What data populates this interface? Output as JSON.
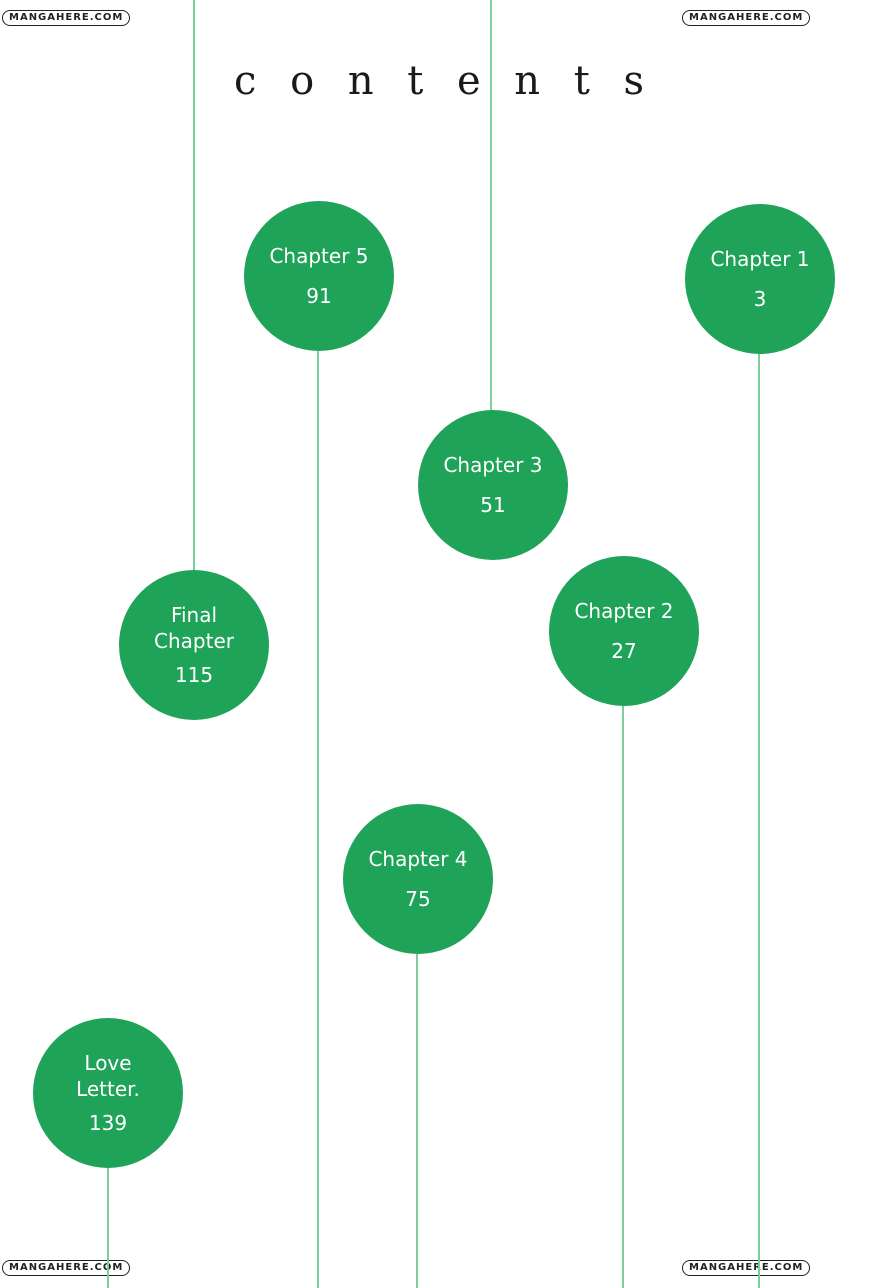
{
  "title": "contents",
  "watermark": "MANGAHERE.COM",
  "entries": [
    {
      "label": "Chapter 1",
      "page": "3"
    },
    {
      "label": "Chapter 2",
      "page": "27"
    },
    {
      "label": "Chapter 3",
      "page": "51"
    },
    {
      "label": "Chapter 4",
      "page": "75"
    },
    {
      "label": "Chapter 5",
      "page": "91"
    },
    {
      "label": "Final Chapter",
      "page": "115"
    },
    {
      "label": "Love Letter.",
      "page": "139"
    }
  ],
  "colors": {
    "circle": "#1fa358",
    "line": "#7ccf9c",
    "text": "#ffffff"
  }
}
